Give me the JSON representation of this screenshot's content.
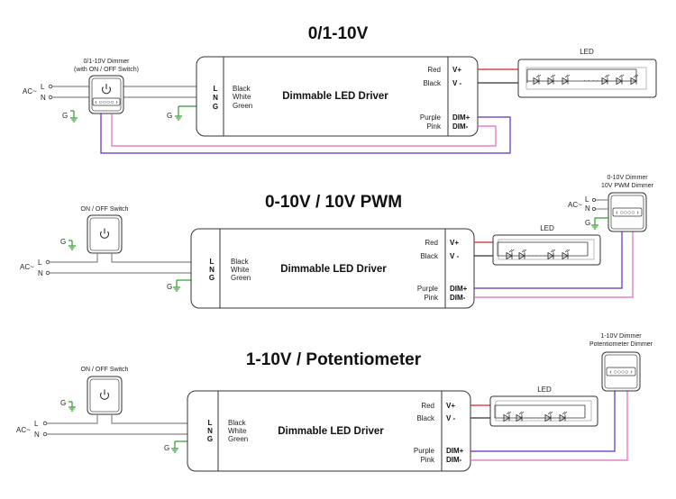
{
  "diagrams": [
    {
      "title": "0/1-10V",
      "controller_label": [
        "0/1-10V Dimmer",
        "(with ON / OFF Switch)"
      ],
      "driver": {
        "name": "Dimmable LED Driver",
        "inputs": [
          "L",
          "N",
          "G"
        ],
        "colors": [
          "Black",
          "White",
          "Green"
        ]
      },
      "ac": {
        "label": "AC~",
        "l": "L",
        "n": "N",
        "g": "G"
      },
      "ground": "G",
      "outputs": {
        "red": "Red",
        "black": "Black",
        "vplus": "V+",
        "vminus": "V -",
        "purple": "Purple",
        "pink": "Pink",
        "dimplus": "DIM+",
        "dimminus": "DIM-"
      },
      "led_label": "LED"
    },
    {
      "title": "0-10V / 10V PWM",
      "switch_label": "ON / OFF Switch",
      "dimmer_label": [
        "0-10V Dimmer",
        "10V PWM Dimmer"
      ],
      "driver": {
        "name": "Dimmable LED Driver",
        "inputs": [
          "L",
          "N",
          "G"
        ],
        "colors": [
          "Black",
          "White",
          "Green"
        ]
      },
      "ac": {
        "label": "AC~",
        "l": "L",
        "n": "N",
        "g": "G"
      },
      "ground": "G",
      "outputs": {
        "red": "Red",
        "black": "Black",
        "vplus": "V+",
        "vminus": "V -",
        "purple": "Purple",
        "pink": "Pink",
        "dimplus": "DIM+",
        "dimminus": "DIM-"
      },
      "led_label": "LED"
    },
    {
      "title": "1-10V / Potentiometer",
      "switch_label": "ON / OFF Switch",
      "dimmer_label": [
        "1-10V Dimmer",
        "Potentiometer Dimmer"
      ],
      "driver": {
        "name": "Dimmable LED Driver",
        "inputs": [
          "L",
          "N",
          "G"
        ],
        "colors": [
          "Black",
          "White",
          "Green"
        ]
      },
      "ac": {
        "label": "AC~",
        "l": "L",
        "n": "N"
      },
      "ground": "G",
      "outputs": {
        "red": "Red",
        "black": "Black",
        "vplus": "V+",
        "vminus": "V -",
        "purple": "Purple",
        "pink": "Pink",
        "dimplus": "DIM+",
        "dimminus": "DIM-"
      },
      "led_label": "LED"
    }
  ]
}
